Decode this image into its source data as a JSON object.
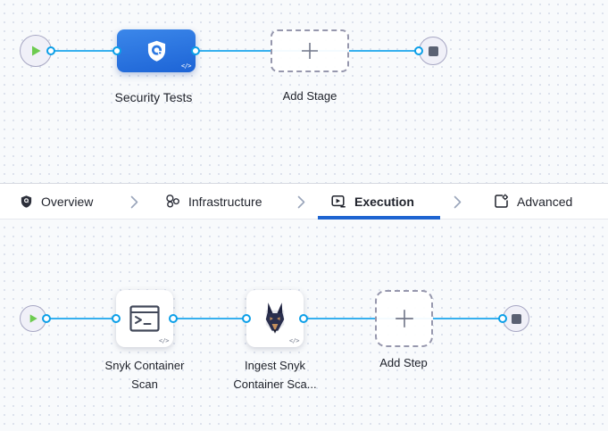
{
  "colors": {
    "edge_blue": "#36b0ef",
    "port_blue": "#0b9fe8",
    "stage_gradient_top": "#3b87ea",
    "stage_gradient_bottom": "#1d64d6",
    "active_tab_underline": "#1e64d1",
    "play_green": "#6dcb50",
    "end_square_gray": "#5a6173"
  },
  "stage_canvas": {
    "stage_label": "Security Tests",
    "stage_icon": "security-shield-icon",
    "add_stage_label": "Add Stage",
    "code_badge": "</>"
  },
  "tab_bar": {
    "active": "Execution",
    "items": [
      {
        "label": "Overview",
        "icon": "shield-icon"
      },
      {
        "label": "Infrastructure",
        "icon": "nodes-icon"
      },
      {
        "label": "Execution",
        "icon": "play-box-icon"
      },
      {
        "label": "Advanced",
        "icon": "file-gear-icon"
      }
    ]
  },
  "step_canvas": {
    "steps": [
      {
        "label": "Snyk Container Scan",
        "icon": "terminal-icon"
      },
      {
        "label": "Ingest Snyk Container Sca...",
        "icon": "snyk-dog-icon"
      }
    ],
    "add_step_label": "Add Step",
    "code_badge": "</>"
  }
}
